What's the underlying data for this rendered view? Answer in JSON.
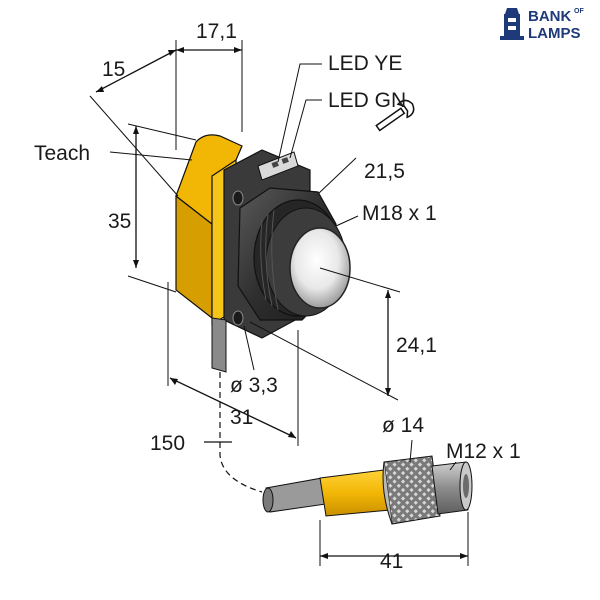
{
  "logo": {
    "line1": "BANK",
    "superscript": "OF",
    "line2": "LAMPS",
    "color": "#1e3a78"
  },
  "labels": {
    "width_top": "17,1",
    "depth": "15",
    "led_ye": "LED YE",
    "led_gn": "LED GN",
    "teach": "Teach",
    "wrench_size": "21,5",
    "thread_main": "M18 x 1",
    "height": "35",
    "axis_height": "24,1",
    "hole_dia": "ø 3,3",
    "width_bottom": "31",
    "lens_dia": "ø 14",
    "cable_length": "150",
    "connector_thread": "M12 x 1",
    "connector_length": "41"
  },
  "colors": {
    "housing": "#f2b705",
    "housing_shadow": "#c98f00",
    "body_dark": "#2b2b2b",
    "cable": "#8a8a8a",
    "connector_metal": "#9a9a9a"
  }
}
